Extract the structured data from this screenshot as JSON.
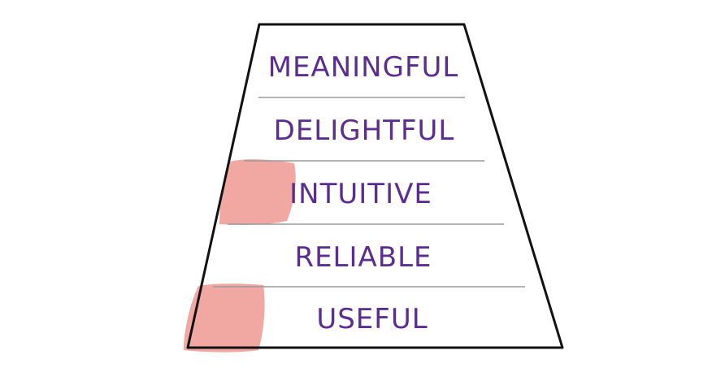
{
  "diagram": {
    "levels": [
      {
        "label": "MEANINGFUL"
      },
      {
        "label": "DELIGHTFUL"
      },
      {
        "label": "INTUITIVE"
      },
      {
        "label": "RELIABLE"
      },
      {
        "label": "USEFUL"
      }
    ],
    "colors": {
      "outline": "#111111",
      "divider": "#9a9a9a",
      "text": "#5b2d91",
      "highlight": "#f0a39e"
    },
    "highlighted_levels": [
      "INTUITIVE",
      "USEFUL"
    ]
  }
}
